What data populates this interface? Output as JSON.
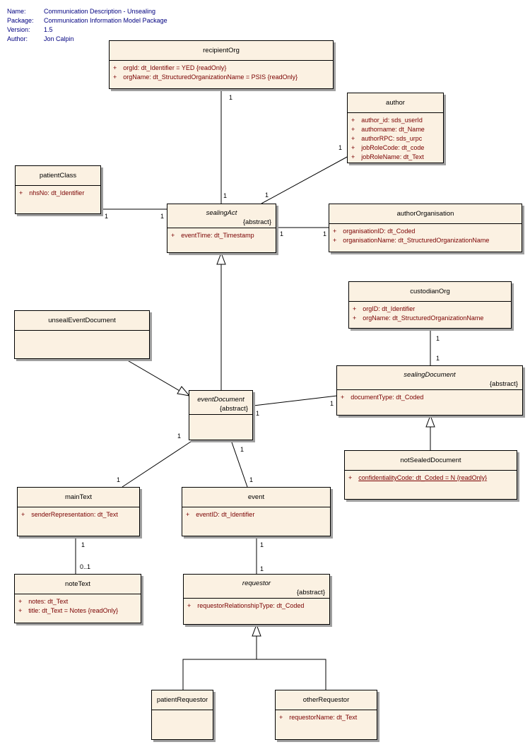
{
  "header": {
    "rows": [
      {
        "key": "Name:",
        "value": "Communication Description - Unsealing"
      },
      {
        "key": "Package:",
        "value": "Communication Information Model Package"
      },
      {
        "key": "Version:",
        "value": "1.5"
      },
      {
        "key": "Author:",
        "value": "Jon Calpin"
      }
    ]
  },
  "classes": {
    "recipientOrg": {
      "name": "recipientOrg",
      "attrs": [
        {
          "vis": "+",
          "text": "orgId:  dt_Identifier = YED {readOnly}"
        },
        {
          "vis": "+",
          "text": "orgName:  dt_StructuredOrganizationName = PSIS {readOnly}"
        }
      ]
    },
    "author": {
      "name": "author",
      "attrs": [
        {
          "vis": "+",
          "text": "author_id:  sds_userId"
        },
        {
          "vis": "+",
          "text": "authorname:  dt_Name"
        },
        {
          "vis": "+",
          "text": "authorRPC:  sds_urpc"
        },
        {
          "vis": "+",
          "text": "jobRoleCode:  dt_code"
        },
        {
          "vis": "+",
          "text": "jobRoleName:  dt_Text"
        }
      ]
    },
    "patientClass": {
      "name": "patientClass",
      "attrs": [
        {
          "vis": "+",
          "text": "nhsNo:  dt_Identifier"
        }
      ]
    },
    "sealingAct": {
      "name": "sealingAct",
      "stereo": "{abstract}",
      "attrs": [
        {
          "vis": "+",
          "text": "eventTime:  dt_Timestamp"
        }
      ]
    },
    "authorOrganisation": {
      "name": "authorOrganisation",
      "attrs": [
        {
          "vis": "+",
          "text": "organisationID:  dt_Coded"
        },
        {
          "vis": "+",
          "text": "organisationName:  dt_StructuredOrganizationName"
        }
      ]
    },
    "custodianOrg": {
      "name": "custodianOrg",
      "attrs": [
        {
          "vis": "+",
          "text": "orgID:  dt_Identifier"
        },
        {
          "vis": "+",
          "text": "orgName:  dt_StructuredOrganizationName"
        }
      ]
    },
    "unsealEventDocument": {
      "name": "unsealEventDocument",
      "attrs": []
    },
    "eventDocument": {
      "name": "eventDocument",
      "stereo": "{abstract}",
      "attrs": []
    },
    "sealingDocument": {
      "name": "sealingDocument",
      "stereo": "{abstract}",
      "attrs": [
        {
          "vis": "+",
          "text": "documentType:  dt_Coded"
        }
      ]
    },
    "notSealedDocument": {
      "name": "notSealedDocument",
      "attrs": [
        {
          "vis": "+",
          "text": "confidentialityCode:  dt_Coded = N {readOnly}",
          "underline": true
        }
      ]
    },
    "mainText": {
      "name": "mainText",
      "attrs": [
        {
          "vis": "+",
          "text": "senderRepresentation:  dt_Text"
        }
      ]
    },
    "event": {
      "name": "event",
      "attrs": [
        {
          "vis": "+",
          "text": "eventID:  dt_Identifier"
        }
      ]
    },
    "noteText": {
      "name": "noteText",
      "attrs": [
        {
          "vis": "+",
          "text": "notes:  dt_Text"
        },
        {
          "vis": "+",
          "text": "title:  dt_Text = Notes {readOnly}"
        }
      ]
    },
    "requestor": {
      "name": "requestor",
      "stereo": "{abstract}",
      "attrs": [
        {
          "vis": "+",
          "text": "requestorRelationshipType:  dt_Coded"
        }
      ]
    },
    "patientRequestor": {
      "name": "patientRequestor",
      "attrs": []
    },
    "otherRequestor": {
      "name": "otherRequestor",
      "attrs": [
        {
          "vis": "+",
          "text": "requestorName:  dt_Text"
        }
      ]
    }
  },
  "multiplicities": [
    "1",
    "1",
    "1",
    "1",
    "1",
    "1",
    "1",
    "1",
    "1",
    "1",
    "1",
    "1",
    "1",
    "1",
    "1",
    "1",
    "1",
    "0..1",
    "1",
    "1"
  ]
}
